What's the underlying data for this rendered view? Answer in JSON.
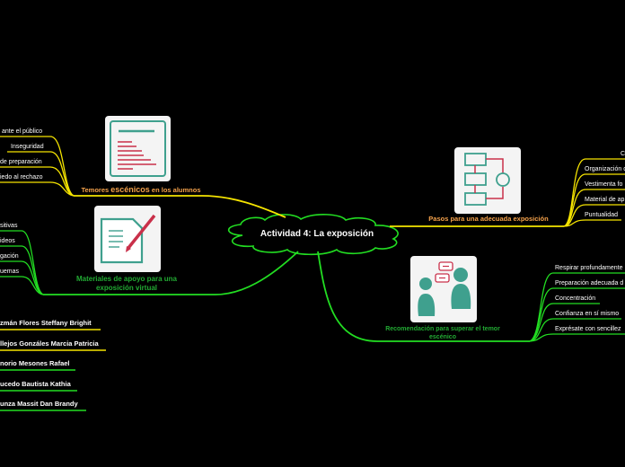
{
  "central": "Actividad 4: La exposición",
  "colors": {
    "yellow": "#f5e400",
    "green": "#22dd22",
    "orange": "#f5a24b",
    "teal": "#3fa08e",
    "red": "#c9304a"
  },
  "temores": {
    "title_part1": "Temores ",
    "title_part2": "escénicos",
    "title_part3": " en los alumnos",
    "items": [
      "ante el público",
      "Inseguridad",
      "de preparación",
      "iedo al rechazo"
    ],
    "icon": "document-lines-icon"
  },
  "pasos": {
    "title": "Pasos para una adecuada exposición",
    "items": [
      "C",
      "Organización d",
      "Vestimenta fo",
      "Material de ap",
      "Puntualidad"
    ],
    "icon": "flowchart-icon"
  },
  "materiales": {
    "title_line1": "Materiales de apoyo para una",
    "title_line2": "exposición virtual",
    "items": [
      "sitivas",
      "ideos",
      "gación",
      "uemas"
    ],
    "icon": "document-pencil-icon"
  },
  "recomendacion": {
    "title_line1": "Recomendación para superar el temor",
    "title_line2": "escénico",
    "items": [
      "Respirar profundamente",
      "Preparación adecuada d",
      "Concentración",
      "Confianza en sí mismo",
      "Exprésate con sencillez"
    ],
    "icon": "people-talking-icon"
  },
  "authors": [
    "zmán Flores Steffany Brighit",
    "llejos Gonzáles Marcia Patricia",
    "norio Mesones Rafael",
    "ucedo Bautista Kathia",
    "unza Massit Dan Brandy"
  ]
}
